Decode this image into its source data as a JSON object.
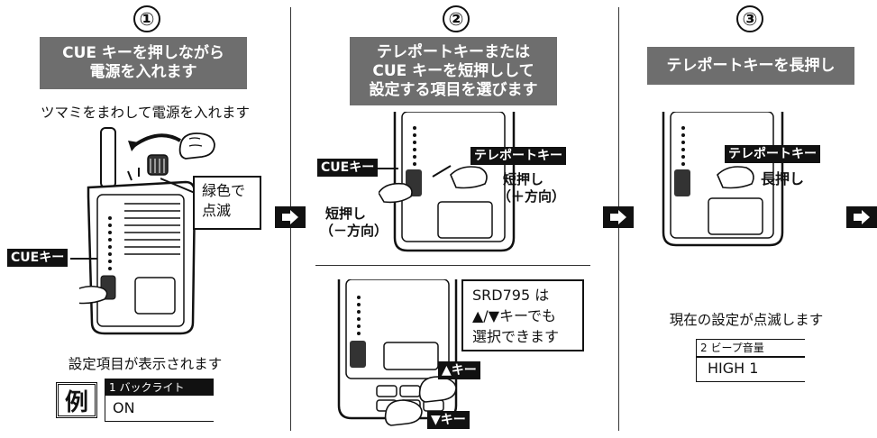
{
  "step1": {
    "number": "①",
    "banner_line1": "CUE キーを押しながら",
    "banner_line2": "電源を入れます",
    "caption_top": "ツマミをまわして電源を入れます",
    "callout_line1": "緑色で",
    "callout_line2": "点滅",
    "key_label": "CUEキー",
    "caption_bottom": "設定項目が表示されます",
    "example_glyph": "例",
    "lcd_line1": "1 バックライト",
    "lcd_line2": "ON"
  },
  "step2": {
    "number": "②",
    "banner_line1": "テレポートキーまたは",
    "banner_line2": "CUE キーを短押しして",
    "banner_line3": "設定する項目を選びます",
    "teleport_key_label": "テレポートキー",
    "cue_key_label": "CUEキー",
    "short_press_plus_1": "短押し",
    "short_press_plus_2": "（＋方向）",
    "short_press_minus_1": "短押し",
    "short_press_minus_2": "（－方向）",
    "note_line1": "SRD795 は",
    "note_line2": "▲/▼キーでも",
    "note_line3": "選択できます",
    "up_key_label": "▲キー",
    "down_key_label": "▼キー"
  },
  "step3": {
    "number": "③",
    "banner_line1": "テレポートキーを長押し",
    "teleport_key_label": "テレポートキー",
    "long_press": "長押し",
    "caption": "現在の設定が点滅します",
    "lcd_line1": "2 ビープ音量",
    "lcd_line2": "HIGH 1"
  }
}
